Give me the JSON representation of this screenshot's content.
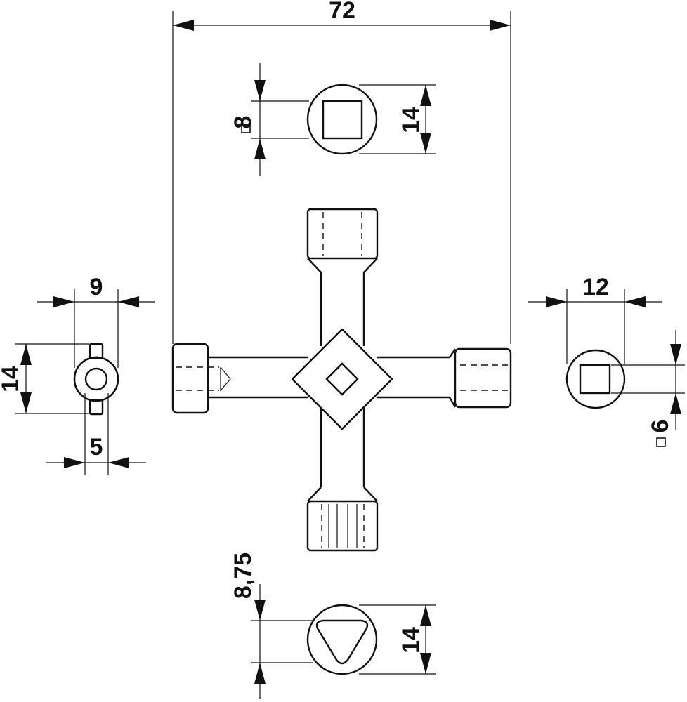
{
  "dimensions": {
    "overall_width": "72",
    "top_socket_square": "8",
    "top_socket_diameter": "14",
    "left_bit_width": "9",
    "left_bit_height": "14",
    "left_bit_pin": "5",
    "right_socket_width": "12",
    "right_socket_square": "6",
    "bottom_socket_triangle": "8,75",
    "bottom_socket_diameter": "14"
  },
  "symbols": {
    "square_symbol": "square-symbol-icon"
  }
}
